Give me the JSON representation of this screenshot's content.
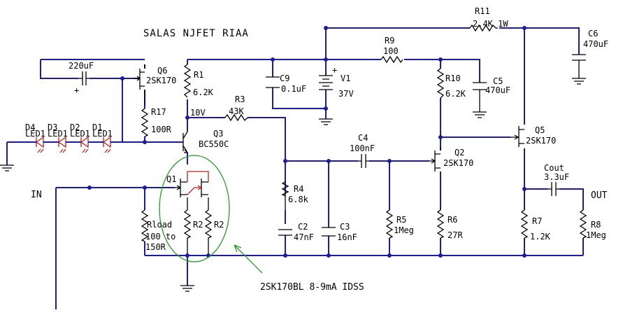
{
  "title": "SALAS NJFET RIAA",
  "note": "2SK170BL 8-9mA IDSS",
  "port_in": "IN",
  "port_out": "OUT",
  "leds": [
    {
      "ref": "D4",
      "type": "LED1"
    },
    {
      "ref": "D3",
      "type": "LED1"
    },
    {
      "ref": "D2",
      "type": "LED1"
    },
    {
      "ref": "D1",
      "type": "LED1"
    }
  ],
  "c_top": "220uF",
  "plus_sign": "+",
  "q6": {
    "ref": "Q6",
    "type": "2SK170"
  },
  "q3": {
    "ref": "Q3",
    "type": "BC550C"
  },
  "q1": {
    "ref": "Q1"
  },
  "q2": {
    "ref": "Q2",
    "type": "2SK170"
  },
  "q5": {
    "ref": "Q5",
    "type": "2SK170"
  },
  "r1": {
    "ref": "R1",
    "value": "6.2K"
  },
  "r17": {
    "ref": "R17",
    "value": "100R"
  },
  "node_10v": "10V",
  "r3": {
    "ref": "R3",
    "value": "43K"
  },
  "c9": {
    "ref": "C9",
    "value": "0.1uF"
  },
  "v1": {
    "ref": "V1",
    "value": "37V",
    "plus": "+"
  },
  "r9": {
    "ref": "R9",
    "value": "100"
  },
  "r11": {
    "ref": "R11",
    "value": "2.4K 1W"
  },
  "c6": {
    "ref": "C6",
    "value": "470uF"
  },
  "r10": {
    "ref": "R10",
    "value": "6.2K"
  },
  "c5": {
    "ref": "C5",
    "value": "470uF"
  },
  "c4": {
    "ref": "C4",
    "value": "100nF"
  },
  "r4": {
    "ref": "R4",
    "value": "6.8k"
  },
  "c2": {
    "ref": "C2",
    "value": "47nF"
  },
  "c3": {
    "ref": "C3",
    "value": "16nF"
  },
  "r5": {
    "ref": "R5",
    "value": "1Meg"
  },
  "r6": {
    "ref": "R6",
    "value": "27R"
  },
  "cout": {
    "ref": "Cout",
    "value": "3.3uF"
  },
  "r7": {
    "ref": "R7",
    "value": "1.2K"
  },
  "r8": {
    "ref": "R8",
    "value": "1Meg"
  },
  "rload": {
    "ref": "Rload",
    "value1": "100 to",
    "value2": "150R"
  },
  "r2a": {
    "ref": "R2"
  },
  "r2b": {
    "ref": "R2"
  }
}
